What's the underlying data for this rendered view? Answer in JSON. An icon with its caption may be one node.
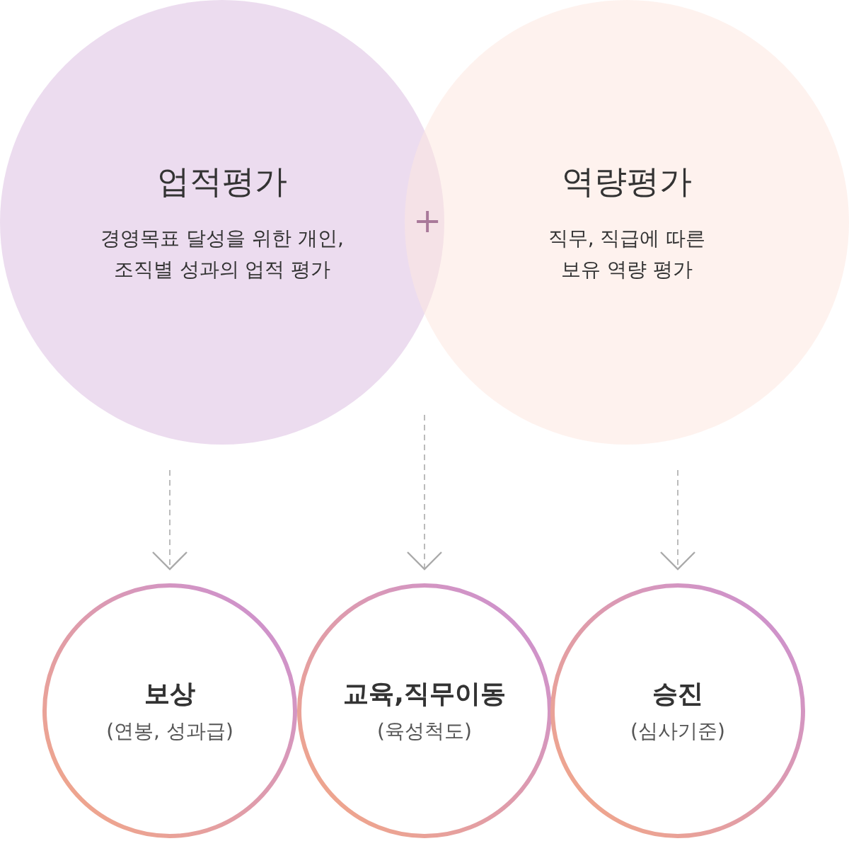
{
  "diagram": {
    "nodes": [
      {
        "text": [
          "업적평가",
          "경영목표 달성을 위한 개인, 조직별 성과의 업적 평가"
        ]
      },
      {
        "text": [
          "역량평가",
          "직무, 직급에 따른 보유 역량 평가"
        ]
      },
      {
        "text": [
          "보상",
          "(연봉, 성과급)"
        ]
      },
      {
        "text": [
          "교육,직무이동",
          "(육성척도)"
        ]
      },
      {
        "text": [
          "승진",
          "(심사기준)"
        ]
      }
    ],
    "edges": [
      {
        "from": 0,
        "to": 2,
        "arrow": "to",
        "style": "dashed"
      },
      {
        "from": 0,
        "to": 3,
        "arrow": "to",
        "style": "dashed"
      },
      {
        "from": 1,
        "to": 3,
        "arrow": "to",
        "style": "dashed"
      },
      {
        "from": 1,
        "to": 4,
        "arrow": "to",
        "style": "dashed"
      }
    ],
    "labels": [
      "+"
    ]
  }
}
